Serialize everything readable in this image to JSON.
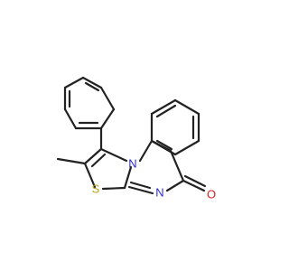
{
  "molecule": {
    "atoms": {
      "nitrogen_ring": "N",
      "nitrogen_imine": "N",
      "sulfur": "S",
      "oxygen": "O"
    }
  },
  "colors": {
    "bond": "#222222",
    "nitrogen": "#2b2bd6",
    "sulfur": "#b8a21c",
    "oxygen": "#d62020",
    "background": "#ffffff"
  }
}
